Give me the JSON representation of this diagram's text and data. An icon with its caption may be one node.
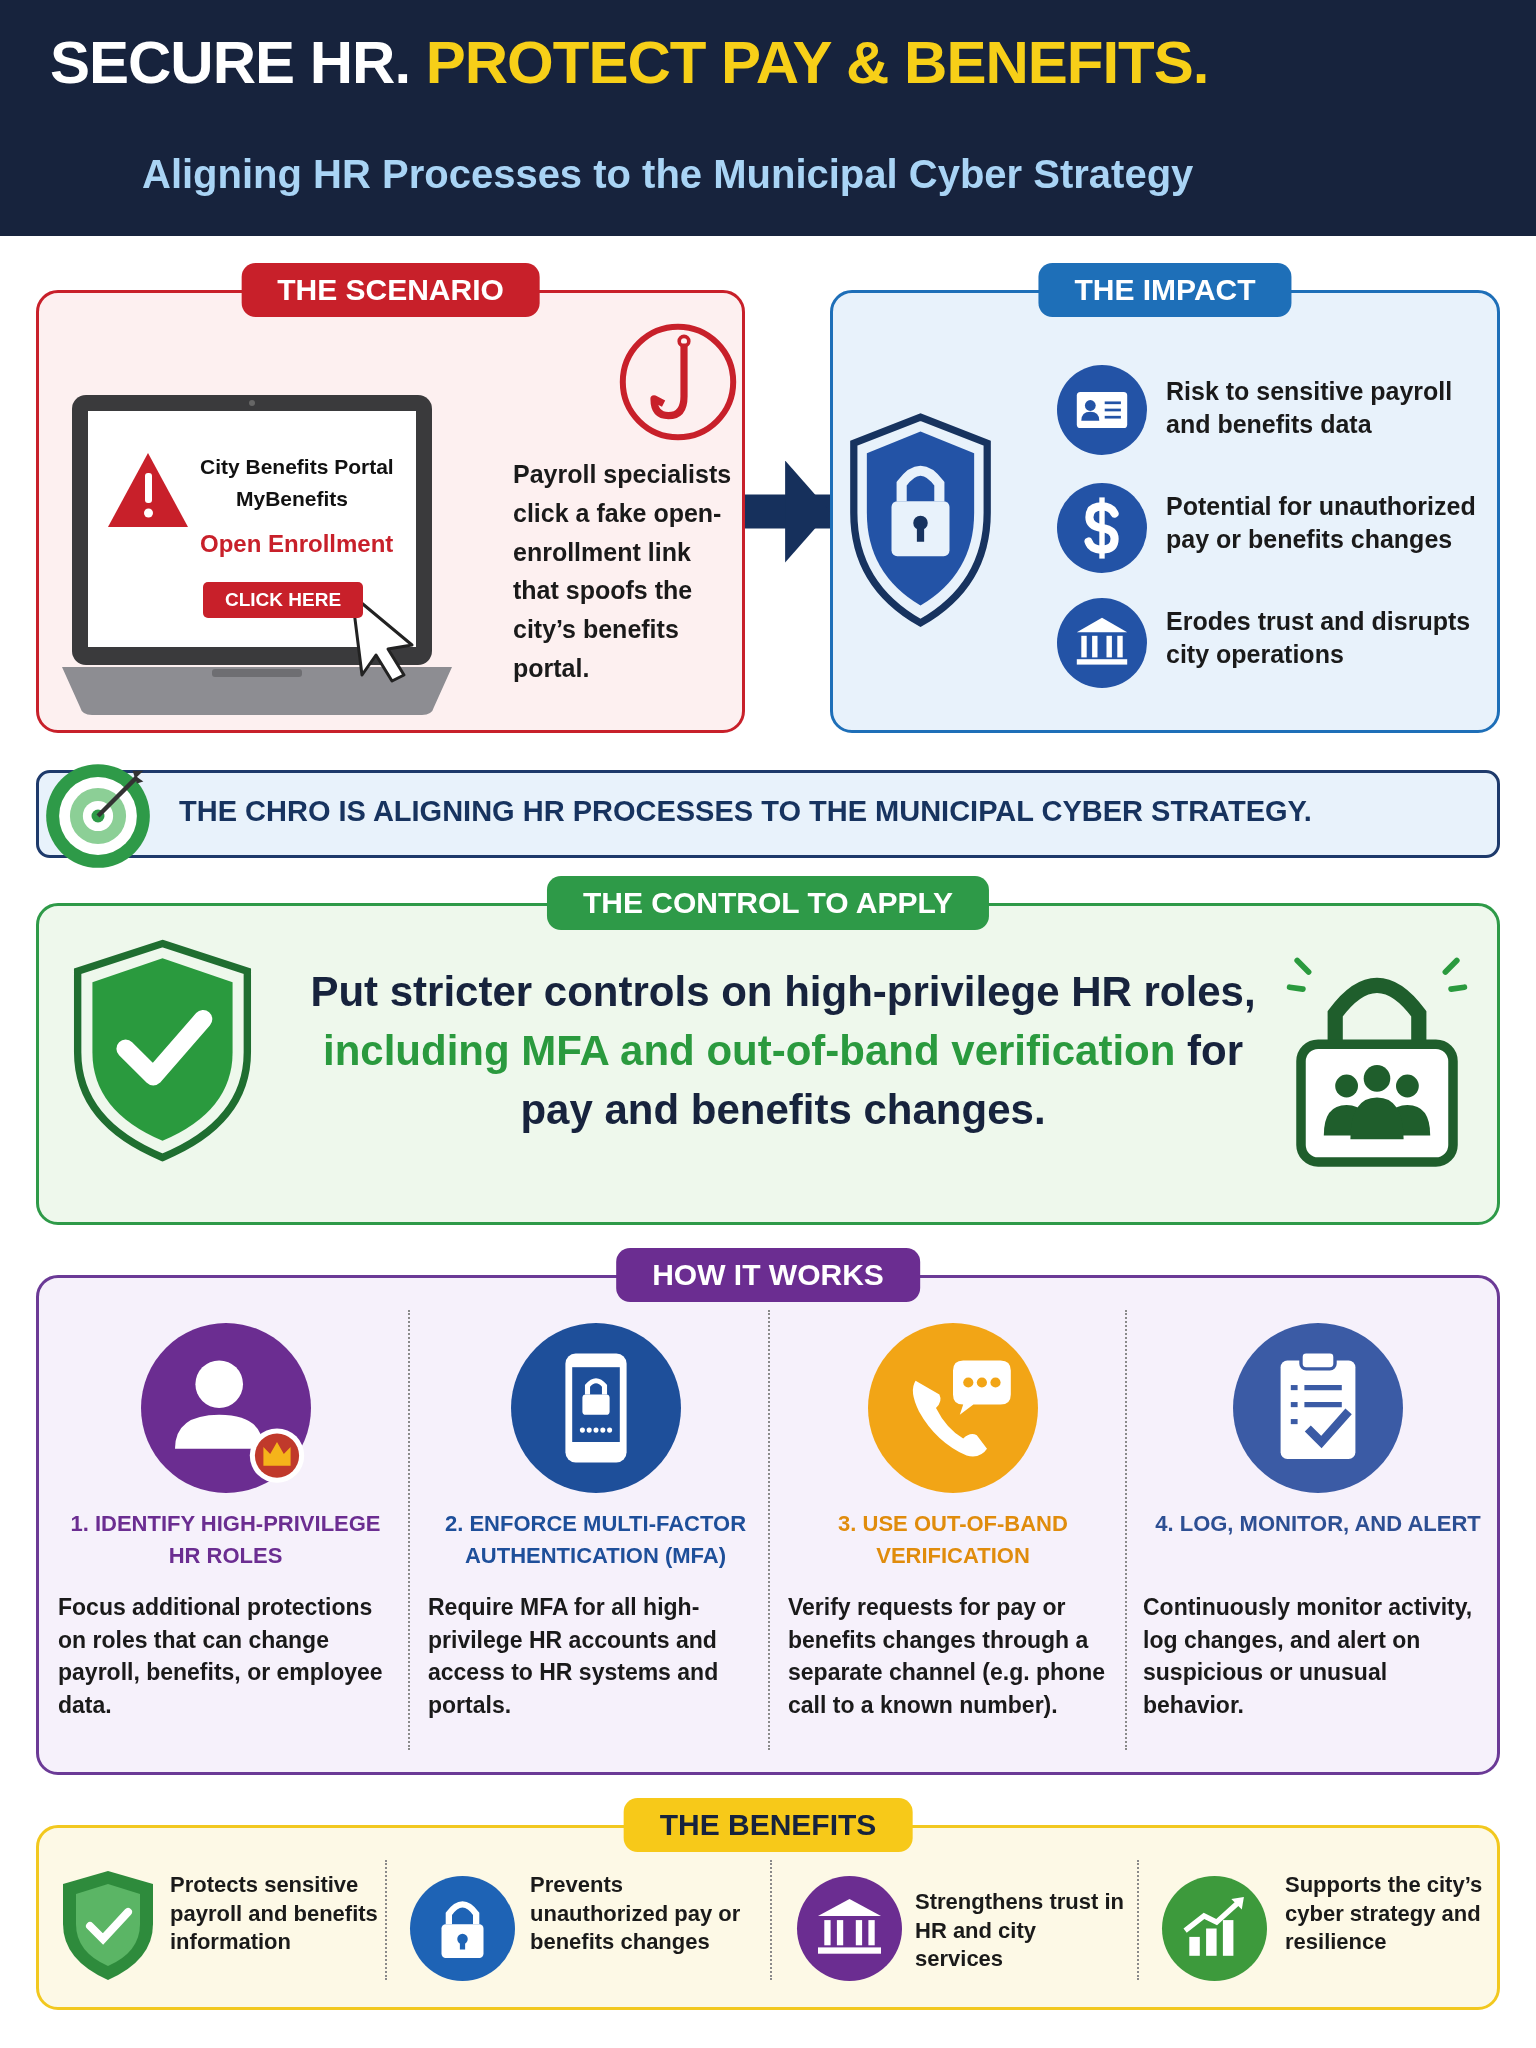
{
  "diagram": {
    "title": "SECURE HR. **PROTECT PAY & BENEFITS.**",
    "nodes": [
      {
        "text": [
          "THE SCENARIO",
          "Payroll specialists click a fake open-enrollment link that spoofs the city’s benefits portal."
        ]
      },
      {
        "text": [
          "THE IMPACT"
        ]
      },
      {
        "text": [
          "Risk to sensitive payroll and benefits data"
        ],
        "in": 1
      },
      {
        "text": [
          "Potential for unauthorized pay or benefits changes"
        ],
        "in": 1
      },
      {
        "text": [
          "Erodes trust and disrupts city operations"
        ],
        "in": 1
      },
      {
        "text": [
          "THE CHRO IS ALIGNING HR PROCESSES TO THE MUNICIPAL CYBER STRATEGY."
        ]
      },
      {
        "text": [
          "THE CONTROL TO APPLY",
          "Put stricter controls on high-privilege HR roles, **including MFA and out-of-band verification** for pay and benefits changes."
        ]
      },
      {
        "text": [
          "HOW IT WORKS"
        ]
      },
      {
        "text": [
          "1. IDENTIFY HIGH-PRIVILEGE HR ROLES",
          "Focus additional protections on roles that can change payroll, benefits, or employee data."
        ],
        "in": 7
      },
      {
        "text": [
          "2. ENFORCE MULTI-FACTOR AUTHENTICATION (MFA)",
          "Require MFA for all high-privilege HR accounts and access to HR systems and portals."
        ],
        "in": 7
      },
      {
        "text": [
          "3. USE OUT-OF-BAND VERIFICATION",
          "Verify requests for pay or benefits changes through a separate channel (e.g. phone call to a known number)."
        ],
        "in": 7
      },
      {
        "text": [
          "4. LOG, MONITOR, AND ALERT",
          "Continuously monitor activity, log changes, and alert on suspicious or unusual behavior."
        ],
        "in": 7
      },
      {
        "text": [
          "THE BENEFITS"
        ]
      },
      {
        "text": [
          "Protects sensitive payroll and benefits information"
        ],
        "in": 12
      },
      {
        "text": [
          "Prevents unauthorized pay or benefits changes"
        ],
        "in": 12
      },
      {
        "text": [
          "Strengthens trust in HR and city services"
        ],
        "in": 12
      },
      {
        "text": [
          "Supports the city’s cyber strategy and resilience"
        ],
        "in": 12
      }
    ],
    "edges": [
      {
        "from": 0,
        "to": 1,
        "arrow": "to"
      }
    ],
    "labels": [
      "Aligning HR Processes to the Municipal Cyber Strategy",
      "City Benefits Portal",
      "MyBenefits",
      "Open Enrollment",
      "CLICK HERE"
    ]
  }
}
